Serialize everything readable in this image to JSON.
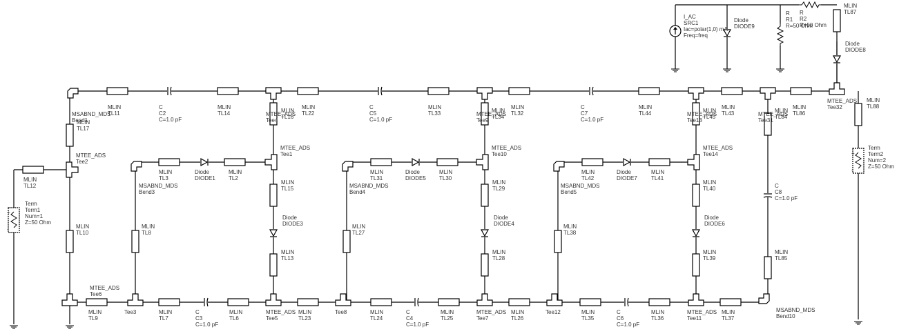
{
  "components": {
    "tl11": [
      "MLIN",
      "TL11"
    ],
    "tl14": [
      "MLIN",
      "TL14"
    ],
    "tl22": [
      "MLIN",
      "TL22"
    ],
    "tl33": [
      "MLIN",
      "TL33"
    ],
    "tl32": [
      "MLIN",
      "TL32"
    ],
    "tl44": [
      "MLIN",
      "TL44"
    ],
    "tl43": [
      "MLIN",
      "TL43"
    ],
    "tl86": [
      "MLIN",
      "TL86"
    ],
    "tl87": [
      "MLIN",
      "TL87"
    ],
    "tl88": [
      "MLIN",
      "TL88"
    ],
    "tl17": [
      "MLIN",
      "TL17"
    ],
    "tl12": [
      "MLIN",
      "TL12"
    ],
    "tl10": [
      "MLIN",
      "TL10"
    ],
    "tl9": [
      "MLIN",
      "TL9"
    ],
    "tl7": [
      "MLIN",
      "TL7"
    ],
    "tl6": [
      "MLIN",
      "TL6"
    ],
    "tl23": [
      "MLIN",
      "TL23"
    ],
    "tl24": [
      "MLIN",
      "TL24"
    ],
    "tl25": [
      "MLIN",
      "TL25"
    ],
    "tl26": [
      "MLIN",
      "TL26"
    ],
    "tl35": [
      "MLIN",
      "TL35"
    ],
    "tl36": [
      "MLIN",
      "TL36"
    ],
    "tl37": [
      "MLIN",
      "TL37"
    ],
    "tl3": [
      "MLIN",
      "TL3"
    ],
    "tl2": [
      "MLIN",
      "TL2"
    ],
    "tl31": [
      "MLIN",
      "TL31"
    ],
    "tl30": [
      "MLIN",
      "TL30"
    ],
    "tl42": [
      "MLIN",
      "TL42"
    ],
    "tl41": [
      "MLIN",
      "TL41"
    ],
    "tl16": [
      "MLIN",
      "TL16"
    ],
    "tl34": [
      "MLIN",
      "TL34"
    ],
    "tl45": [
      "MLIN",
      "TL45"
    ],
    "tl84": [
      "MLIN",
      "TL84"
    ],
    "tl15": [
      "MLIN",
      "TL15"
    ],
    "tl13": [
      "MLIN",
      "TL13"
    ],
    "tl29": [
      "MLIN",
      "TL29"
    ],
    "tl28": [
      "MLIN",
      "TL28"
    ],
    "tl40": [
      "MLIN",
      "TL40"
    ],
    "tl39": [
      "MLIN",
      "TL39"
    ],
    "tl8": [
      "MLIN",
      "TL8"
    ],
    "tl27": [
      "MLIN",
      "TL27"
    ],
    "tl38": [
      "MLIN",
      "TL38"
    ],
    "tl85": [
      "MLIN",
      "TL85"
    ],
    "c2": [
      "C",
      "C2",
      "C=1.0 pF"
    ],
    "c5": [
      "C",
      "C5",
      "C=1.0 pF"
    ],
    "c7": [
      "C",
      "C7",
      "C=1.0 pF"
    ],
    "c3": [
      "C",
      "C3",
      "C=1.0 pF"
    ],
    "c4": [
      "C",
      "C4",
      "C=1.0 pF"
    ],
    "c6": [
      "C",
      "C6",
      "C=1.0 pF"
    ],
    "c8": [
      "C",
      "C8",
      "C=1.0 pF"
    ],
    "diode1": [
      "Diode",
      "DIODE1"
    ],
    "diode5": [
      "Diode",
      "DIODE5"
    ],
    "diode7": [
      "Diode",
      "DIODE7"
    ],
    "diode3": [
      "Diode",
      "DIODE3"
    ],
    "diode4": [
      "Diode",
      "DIODE4"
    ],
    "diode6": [
      "Diode",
      "DIODE6"
    ],
    "diode8": [
      "Diode",
      "DIODE8"
    ],
    "diode9": [
      "Diode",
      "DIODE9"
    ],
    "tee1": [
      "MTEE_ADS",
      "Tee1"
    ],
    "tee2": [
      "MTEE_ADS",
      "Tee2"
    ],
    "tee3": [
      "Tee3"
    ],
    "tee4": [
      "MTEE_ADS",
      "Tee4"
    ],
    "tee5": [
      "MTEE_ADS",
      "Tee5"
    ],
    "tee6": [
      "MTEE_ADS",
      "Tee6"
    ],
    "tee7": [
      "MTEE_ADS",
      "Tee7"
    ],
    "tee8": [
      "Tee8"
    ],
    "tee9": [
      "MTEE_ADS",
      "Tee9"
    ],
    "tee10": [
      "MTEE_ADS",
      "Tee10"
    ],
    "tee11": [
      "MTEE_ADS",
      "Tee11"
    ],
    "tee12": [
      "Tee12"
    ],
    "tee13": [
      "MTEE_ADS",
      "Tee13"
    ],
    "tee14": [
      "MTEE_ADS",
      "Tee14"
    ],
    "tee31": [
      "MTEE_ADS",
      "Tee31"
    ],
    "tee32": [
      "MTEE_ADS",
      "Tee32"
    ],
    "bend1": [
      "MSABND_MDS",
      "Bend1"
    ],
    "bend3": [
      "MSABND_MDS",
      "Bend3"
    ],
    "bend4": [
      "MSABND_MDS",
      "Bend4"
    ],
    "bend5": [
      "MSABND_MDS",
      "Bend5"
    ],
    "bend10": [
      "MSABND_MDS",
      "Bend10"
    ],
    "term1": [
      "Term",
      "Term1",
      "Num=1",
      "Z=50 Ohm"
    ],
    "term2": [
      "Term",
      "Term2",
      "Num=2",
      "Z=50 Ohm"
    ],
    "src1": [
      "I_AC",
      "SRC1",
      "Iac=polar(1,0) mA",
      "Freq=freq"
    ],
    "r1": [
      "R",
      "R1",
      "R=50 Ohm"
    ],
    "r2": [
      "R",
      "R2",
      "R=50 Ohm"
    ]
  }
}
